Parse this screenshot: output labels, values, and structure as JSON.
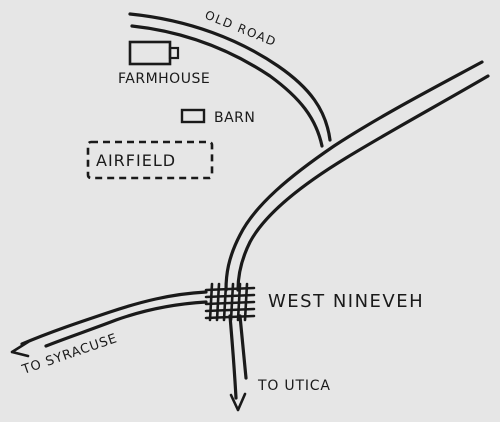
{
  "map": {
    "roads": {
      "old_road": "OLD ROAD",
      "to_syracuse": "TO SYRACUSE",
      "to_utica": "TO UTICA"
    },
    "places": {
      "farmhouse": "FARMHOUSE",
      "barn": "BARN",
      "airfield": "AIRFIELD",
      "town": "WEST NINEVEH"
    }
  }
}
